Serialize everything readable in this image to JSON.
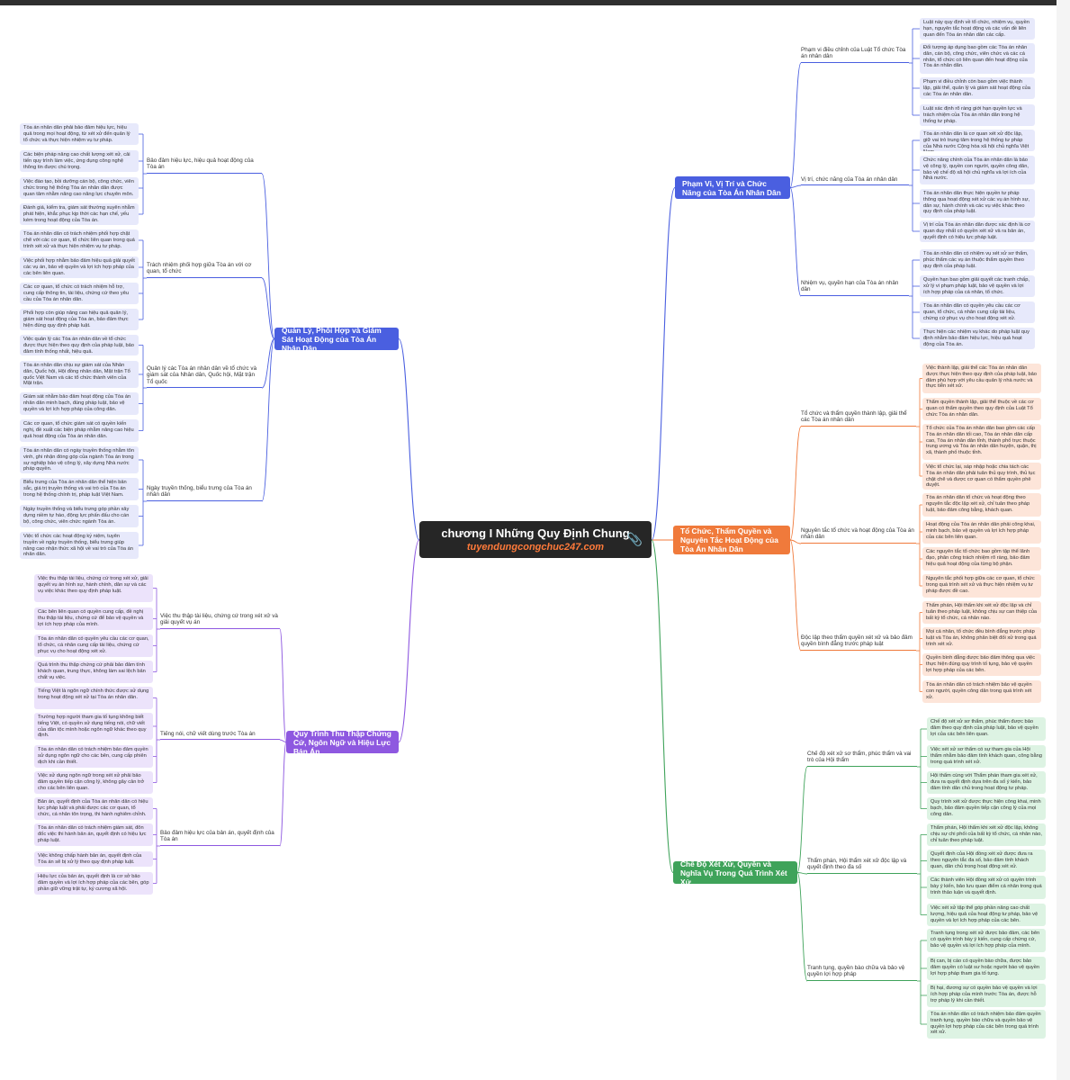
{
  "root": {
    "title": "chương I Những Quy Định Chung",
    "subtitle": "tuyendungcongchuc247.com",
    "icon": "paperclip-icon"
  },
  "colors": {
    "blue": "#4a5fe0",
    "purple": "#8e58e0",
    "orange": "#f07a3b",
    "green": "#3fa35a"
  },
  "branches": [
    {
      "title": "Phạm Vi, Vị Trí và Chức Năng của Tòa Án Nhân Dân",
      "subs": [
        {
          "label": "Phạm vi điều chỉnh của Luật Tổ chức Tòa án nhân dân",
          "leaves": [
            "Luật này quy định về tổ chức, nhiệm vụ, quyền hạn, nguyên tắc hoạt động và các vấn đề liên quan đến Tòa án nhân dân các cấp.",
            "Đối tượng áp dụng bao gồm các Tòa án nhân dân, cán bộ, công chức, viên chức và các cá nhân, tổ chức có liên quan đến hoạt động của Tòa án nhân dân.",
            "Phạm vi điều chỉnh còn bao gồm việc thành lập, giải thể, quản lý và giám sát hoạt động của các Tòa án nhân dân.",
            "Luật xác định rõ ràng giới hạn quyền lực và trách nhiệm của Tòa án nhân dân trong hệ thống tư pháp."
          ]
        },
        {
          "label": "Vị trí, chức năng của Tòa án nhân dân",
          "leaves": [
            "Tòa án nhân dân là cơ quan xét xử độc lập, giữ vai trò trung tâm trong hệ thống tư pháp của Nhà nước Cộng hòa xã hội chủ nghĩa Việt Nam.",
            "Chức năng chính của Tòa án nhân dân là bảo vệ công lý, quyền con người, quyền công dân, bảo vệ chế độ xã hội chủ nghĩa và lợi ích của Nhà nước.",
            "Tòa án nhân dân thực hiện quyền tư pháp thông qua hoạt động xét xử các vụ án hình sự, dân sự, hành chính và các vụ việc khác theo quy định của pháp luật.",
            "Vị trí của Tòa án nhân dân được xác định là cơ quan duy nhất có quyền xét xử và ra bản án, quyết định có hiệu lực pháp luật."
          ]
        },
        {
          "label": "Nhiệm vụ, quyền hạn của Tòa án nhân dân",
          "leaves": [
            "Tòa án nhân dân có nhiệm vụ xét xử sơ thẩm, phúc thẩm các vụ án thuộc thẩm quyền theo quy định của pháp luật.",
            "Quyền hạn bao gồm giải quyết các tranh chấp, xử lý vi phạm pháp luật, bảo vệ quyền và lợi ích hợp pháp của cá nhân, tổ chức.",
            "Tòa án nhân dân có quyền yêu cầu các cơ quan, tổ chức, cá nhân cung cấp tài liệu, chứng cứ phục vụ cho hoạt động xét xử.",
            "Thực hiện các nhiệm vụ khác do pháp luật quy định nhằm bảo đảm hiệu lực, hiệu quả hoạt động của Tòa án."
          ]
        }
      ]
    },
    {
      "title": "Tổ Chức, Thẩm Quyền và Nguyên Tắc Hoạt Động của Tòa Án Nhân Dân",
      "subs": [
        {
          "label": "Tổ chức và thẩm quyền thành lập, giải thể các Tòa án nhân dân",
          "leaves": [
            "Việc thành lập, giải thể các Tòa án nhân dân được thực hiện theo quy định của pháp luật, bảo đảm phù hợp với yêu cầu quản lý nhà nước và thực tiễn xét xử.",
            "Thẩm quyền thành lập, giải thể thuộc về các cơ quan có thẩm quyền theo quy định của Luật Tổ chức Tòa án nhân dân.",
            "Tổ chức của Tòa án nhân dân bao gồm các cấp Tòa án nhân dân tối cao, Tòa án nhân dân cấp cao, Tòa án nhân dân tỉnh, thành phố trực thuộc trung ương và Tòa án nhân dân huyện, quận, thị xã, thành phố thuộc tỉnh.",
            "Việc tổ chức lại, sáp nhập hoặc chia tách các Tòa án nhân dân phải tuân thủ quy trình, thủ tục chặt chẽ và được cơ quan có thẩm quyền phê duyệt."
          ]
        },
        {
          "label": "Nguyên tắc tổ chức và hoạt động của Tòa án nhân dân",
          "leaves": [
            "Tòa án nhân dân tổ chức và hoạt động theo nguyên tắc độc lập xét xử, chỉ tuân theo pháp luật, bảo đảm công bằng, khách quan.",
            "Hoạt động của Tòa án nhân dân phải công khai, minh bạch, bảo vệ quyền và lợi ích hợp pháp của các bên liên quan.",
            "Các nguyên tắc tổ chức bao gồm tập thể lãnh đạo, phân công trách nhiệm rõ ràng, bảo đảm hiệu quả hoạt động của từng bộ phận.",
            "Nguyên tắc phối hợp giữa các cơ quan, tổ chức trong quá trình xét xử và thực hiện nhiệm vụ tư pháp được đề cao."
          ]
        },
        {
          "label": "Độc lập theo thẩm quyền xét xử và bảo đảm quyền bình đẳng trước pháp luật",
          "leaves": [
            "Thẩm phán, Hội thẩm khi xét xử độc lập và chỉ tuân theo pháp luật, không chịu sự can thiệp của bất kỳ tổ chức, cá nhân nào.",
            "Mọi cá nhân, tổ chức đều bình đẳng trước pháp luật và Tòa án, không phân biệt đối xử trong quá trình xét xử.",
            "Quyền bình đẳng được bảo đảm thông qua việc thực hiện đúng quy trình tố tụng, bảo vệ quyền lợi hợp pháp của các bên.",
            "Tòa án nhân dân có trách nhiệm bảo vệ quyền con người, quyền công dân trong quá trình xét xử."
          ]
        }
      ]
    },
    {
      "title": "Chế Độ Xét Xử, Quyền và Nghĩa Vụ Trong Quá Trình Xét Xử",
      "subs": [
        {
          "label": "Chế độ xét xử sơ thẩm, phúc thẩm và vai trò của Hội thẩm",
          "leaves": [
            "Chế độ xét xử sơ thẩm, phúc thẩm được bảo đảm theo quy định của pháp luật, bảo vệ quyền lợi của các bên liên quan.",
            "Việc xét xử sơ thẩm có sự tham gia của Hội thẩm nhằm bảo đảm tính khách quan, công bằng trong quá trình xét xử.",
            "Hội thẩm cùng với Thẩm phán tham gia xét xử, đưa ra quyết định dựa trên đa số ý kiến, bảo đảm tính dân chủ trong hoạt động tư pháp.",
            "Quy trình xét xử được thực hiện công khai, minh bạch, bảo đảm quyền tiếp cận công lý của mọi công dân."
          ]
        },
        {
          "label": "Thẩm phán, Hội thẩm xét xử độc lập và quyết định theo đa số",
          "leaves": [
            "Thẩm phán, Hội thẩm khi xét xử độc lập, không chịu sự chi phối của bất kỳ tổ chức, cá nhân nào, chỉ tuân theo pháp luật.",
            "Quyết định của Hội đồng xét xử được đưa ra theo nguyên tắc đa số, bảo đảm tính khách quan, dân chủ trong hoạt động xét xử.",
            "Các thành viên Hội đồng xét xử có quyền trình bày ý kiến, bảo lưu quan điểm cá nhân trong quá trình thảo luận và quyết định.",
            "Việc xét xử tập thể góp phần nâng cao chất lượng, hiệu quả của hoạt động tư pháp, bảo vệ quyền và lợi ích hợp pháp của các bên."
          ]
        },
        {
          "label": "Tranh tụng, quyền bào chữa và bảo vệ quyền lợi hợp pháp",
          "leaves": [
            "Tranh tụng trong xét xử được bảo đảm, các bên có quyền trình bày ý kiến, cung cấp chứng cứ, bảo vệ quyền và lợi ích hợp pháp của mình.",
            "Bị can, bị cáo có quyền bào chữa, được bảo đảm quyền có luật sư hoặc người bào vệ quyền lợi hợp pháp tham gia tố tụng.",
            "Bị hại, đương sự có quyền bảo vệ quyền và lợi ích hợp pháp của mình trước Tòa án, được hỗ trợ pháp lý khi cần thiết.",
            "Tòa án nhân dân có trách nhiệm bảo đảm quyền tranh tụng, quyền bào chữa và quyền bảo vệ quyền lợi hợp pháp của các bên trong quá trình xét xử."
          ]
        }
      ]
    },
    {
      "title": "Quản Lý, Phối Hợp và Giám Sát Hoạt Động của Tòa Án Nhân Dân",
      "subs": [
        {
          "label": "Bảo đảm hiệu lực, hiệu quả hoạt động của Tòa án",
          "leaves": [
            "Tòa án nhân dân phải bảo đảm hiệu lực, hiệu quả trong mọi hoạt động, từ xét xử đến quản lý tổ chức và thực hiện nhiệm vụ tư pháp.",
            "Các biện pháp nâng cao chất lượng xét xử, cải tiến quy trình làm việc, ứng dụng công nghệ thông tin được chú trọng.",
            "Việc đào tạo, bồi dưỡng cán bộ, công chức, viên chức trong hệ thống Tòa án nhân dân được quan tâm nhằm nâng cao năng lực chuyên môn.",
            "Đánh giá, kiểm tra, giám sát thường xuyên nhằm phát hiện, khắc phục kịp thời các hạn chế, yếu kém trong hoạt động của Tòa án."
          ]
        },
        {
          "label": "Trách nhiệm phối hợp giữa Tòa án với cơ quan, tổ chức",
          "leaves": [
            "Tòa án nhân dân có trách nhiệm phối hợp chặt chẽ với các cơ quan, tổ chức liên quan trong quá trình xét xử và thực hiện nhiệm vụ tư pháp.",
            "Việc phối hợp nhằm bảo đảm hiệu quả giải quyết các vụ án, bảo vệ quyền và lợi ích hợp pháp của các bên liên quan.",
            "Các cơ quan, tổ chức có trách nhiệm hỗ trợ, cung cấp thông tin, tài liệu, chứng cứ theo yêu cầu của Tòa án nhân dân.",
            "Phối hợp còn giúp nâng cao hiệu quả quản lý, giám sát hoạt động của Tòa án, bảo đảm thực hiện đúng quy định pháp luật."
          ]
        },
        {
          "label": "Quản lý các Tòa án nhân dân về tổ chức và giám sát của Nhân dân, Quốc hội, Mặt trận Tổ quốc",
          "leaves": [
            "Việc quản lý các Tòa án nhân dân về tổ chức được thực hiện theo quy định của pháp luật, bảo đảm tính thống nhất, hiệu quả.",
            "Tòa án nhân dân chịu sự giám sát của Nhân dân, Quốc hội, Hội đồng nhân dân, Mặt trận Tổ quốc Việt Nam và các tổ chức thành viên của Mặt trận.",
            "Giám sát nhằm bảo đảm hoạt động của Tòa án nhân dân minh bạch, đúng pháp luật, bảo vệ quyền và lợi ích hợp pháp của công dân.",
            "Các cơ quan, tổ chức giám sát có quyền kiến nghị, đề xuất các biện pháp nhằm nâng cao hiệu quả hoạt động của Tòa án nhân dân."
          ]
        },
        {
          "label": "Ngày truyền thống, biểu trưng của Tòa án nhân dân",
          "leaves": [
            "Tòa án nhân dân có ngày truyền thống nhằm tôn vinh, ghi nhận đóng góp của ngành Tòa án trong sự nghiệp bảo vệ công lý, xây dựng Nhà nước pháp quyền.",
            "Biểu trưng của Tòa án nhân dân thể hiện bản sắc, giá trị truyền thống và vai trò của Tòa án trong hệ thống chính trị, pháp luật Việt Nam.",
            "Ngày truyền thống và biểu trưng góp phần xây dựng niềm tự hào, động lực phấn đấu cho cán bộ, công chức, viên chức ngành Tòa án.",
            "Việc tổ chức các hoạt động kỷ niệm, tuyên truyền về ngày truyền thống, biểu trưng giúp nâng cao nhận thức xã hội về vai trò của Tòa án nhân dân."
          ]
        }
      ]
    },
    {
      "title": "Quy Trình Thu Thập Chứng Cứ, Ngôn Ngữ và Hiệu Lực Bản Án",
      "subs": [
        {
          "label": "Việc thu thập tài liệu, chứng cứ trong xét xử và giải quyết vụ án",
          "leaves": [
            "Việc thu thập tài liệu, chứng cứ trong xét xử, giải quyết vụ án hình sự, hành chính, dân sự và các vụ việc khác theo quy định pháp luật.",
            "Các bên liên quan có quyền cung cấp, đề nghị thu thập tài liệu, chứng cứ để bảo vệ quyền và lợi ích hợp pháp của mình.",
            "Tòa án nhân dân có quyền yêu cầu các cơ quan, tổ chức, cá nhân cung cấp tài liệu, chứng cứ phục vụ cho hoạt động xét xử.",
            "Quá trình thu thập chứng cứ phải bảo đảm tính khách quan, trung thực, không làm sai lệch bản chất vụ việc."
          ]
        },
        {
          "label": "Tiếng nói, chữ viết dùng trước Tòa án",
          "leaves": [
            "Tiếng Việt là ngôn ngữ chính thức được sử dụng trong hoạt động xét xử tại Tòa án nhân dân.",
            "Trường hợp người tham gia tố tụng không biết tiếng Việt, có quyền sử dụng tiếng nói, chữ viết của dân tộc mình hoặc ngôn ngữ khác theo quy định.",
            "Tòa án nhân dân có trách nhiệm bảo đảm quyền sử dụng ngôn ngữ cho các bên, cung cấp phiên dịch khi cần thiết.",
            "Việc sử dụng ngôn ngữ trong xét xử phải bảo đảm quyền tiếp cận công lý, không gây cản trở cho các bên liên quan."
          ]
        },
        {
          "label": "Bảo đảm hiệu lực của bản án, quyết định của Tòa án",
          "leaves": [
            "Bản án, quyết định của Tòa án nhân dân có hiệu lực pháp luật và phải được các cơ quan, tổ chức, cá nhân tôn trọng, thi hành nghiêm chỉnh.",
            "Tòa án nhân dân có trách nhiệm giám sát, đôn đốc việc thi hành bản án, quyết định có hiệu lực pháp luật.",
            "Việc không chấp hành bản án, quyết định của Tòa án sẽ bị xử lý theo quy định pháp luật.",
            "Hiệu lực của bản án, quyết định là cơ sở bảo đảm quyền và lợi ích hợp pháp của các bên, góp phần giữ vững trật tự, kỷ cương xã hội."
          ]
        }
      ]
    }
  ]
}
